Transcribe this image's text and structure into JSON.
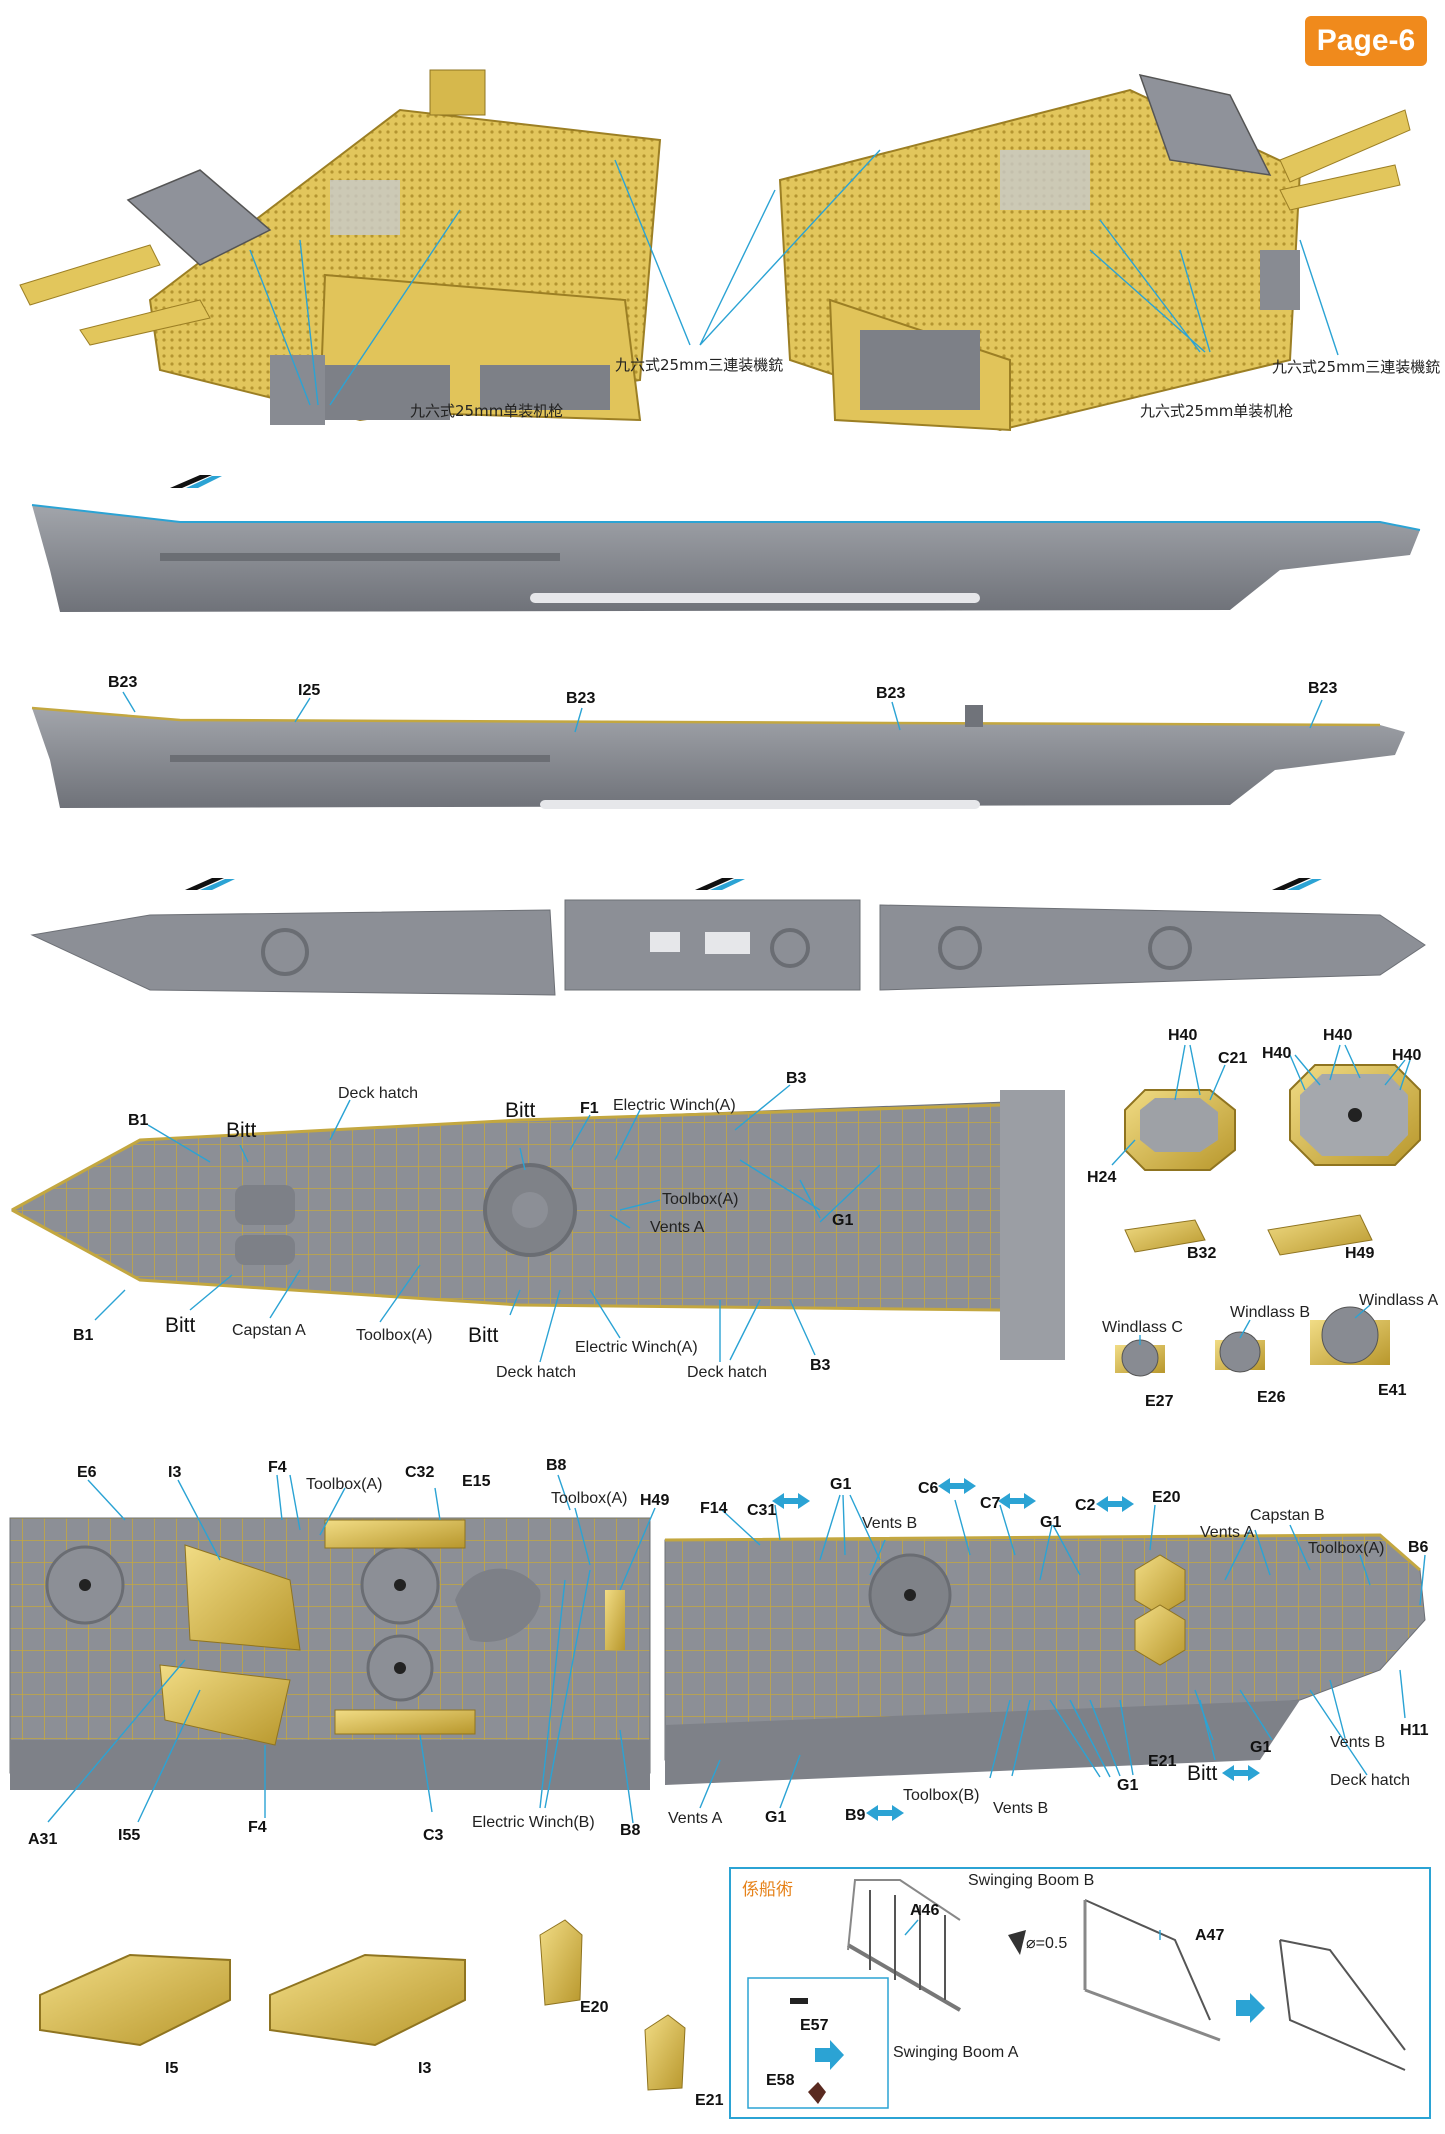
{
  "page": {
    "badge": "Page-6"
  },
  "colors": {
    "accent_line": "#2ba3d4",
    "badge": "#f08a1c",
    "hull_gray": "#8a8d94",
    "brass": "#d9bd52"
  },
  "top_labels": {
    "aa_triple_left": "九六式25mm三連装機銃",
    "aa_single_left": "九六式25mm单装机枪",
    "aa_triple_right": "九六式25mm三連装機銃",
    "aa_single_right": "九六式25mm单装机枪"
  },
  "hull_labels": {
    "b23_1": "B23",
    "i25": "I25",
    "b23_2": "B23",
    "b23_3": "B23",
    "b23_4": "B23"
  },
  "bow_labels": {
    "b1_top": "B1",
    "bitt_1": "Bitt",
    "deck_hatch_top": "Deck hatch",
    "bitt_2": "Bitt",
    "f1": "F1",
    "electric_winch_a_top": "Electric Winch(A)",
    "b3_top": "B3",
    "toolbox_a_1": "Toolbox(A)",
    "vents_a": "Vents A",
    "g1": "G1",
    "b1_bottom": "B1",
    "bitt_3": "Bitt",
    "capstan_a": "Capstan A",
    "toolbox_a_2": "Toolbox(A)",
    "bitt_4": "Bitt",
    "electric_winch_a_bottom": "Electric Winch(A)",
    "deck_hatch_1": "Deck hatch",
    "deck_hatch_2": "Deck hatch",
    "b3_bottom": "B3"
  },
  "detail_labels": {
    "h40_1": "H40",
    "c21": "C21",
    "h40_2": "H40",
    "h40_3": "H40",
    "h40_4": "H40",
    "h24": "H24",
    "b32": "B32",
    "h49": "H49",
    "windlass_c": "Windlass C",
    "windlass_b": "Windlass B",
    "windlass_a": "Windlass A",
    "e27": "E27",
    "e26": "E26",
    "e41": "E41"
  },
  "mid_labels": {
    "e6": "E6",
    "i3": "I3",
    "f4_top": "F4",
    "toolbox_a_1": "Toolbox(A)",
    "c32": "C32",
    "e15": "E15",
    "b8_top": "B8",
    "toolbox_a_2": "Toolbox(A)",
    "h49": "H49",
    "a31": "A31",
    "i55": "I55",
    "f4_bottom": "F4",
    "c3": "C3",
    "electric_winch_b": "Electric Winch(B)",
    "b8_bottom": "B8"
  },
  "stern_labels": {
    "f14": "F14",
    "c31": "C31",
    "g1_1": "G1",
    "vents_b_1": "Vents B",
    "c6": "C6",
    "c7": "C7",
    "g1_2": "G1",
    "c2": "C2",
    "e20": "E20",
    "vents_a_1": "Vents A",
    "capstan_b": "Capstan B",
    "toolbox_a": "Toolbox(A)",
    "b6": "B6",
    "h11": "H11",
    "vents_b_2": "Vents B",
    "g1_3": "G1",
    "deck_hatch": "Deck hatch",
    "bitt": "Bitt",
    "e21": "E21",
    "g1_4": "G1",
    "vents_b_3": "Vents B",
    "toolbox_b": "Toolbox(B)",
    "b9": "B9",
    "g1_5": "G1",
    "vents_a_2": "Vents A"
  },
  "bottom_labels": {
    "i5": "I5",
    "i3": "I3",
    "e20": "E20",
    "e21": "E21"
  },
  "mooring_box": {
    "title": "係船術",
    "a46": "A46",
    "swinging_boom_b": "Swinging Boom B",
    "a47": "A47",
    "diameter": "⌀=0.5",
    "e57": "E57",
    "e58": "E58",
    "swinging_boom_a": "Swinging Boom A"
  }
}
